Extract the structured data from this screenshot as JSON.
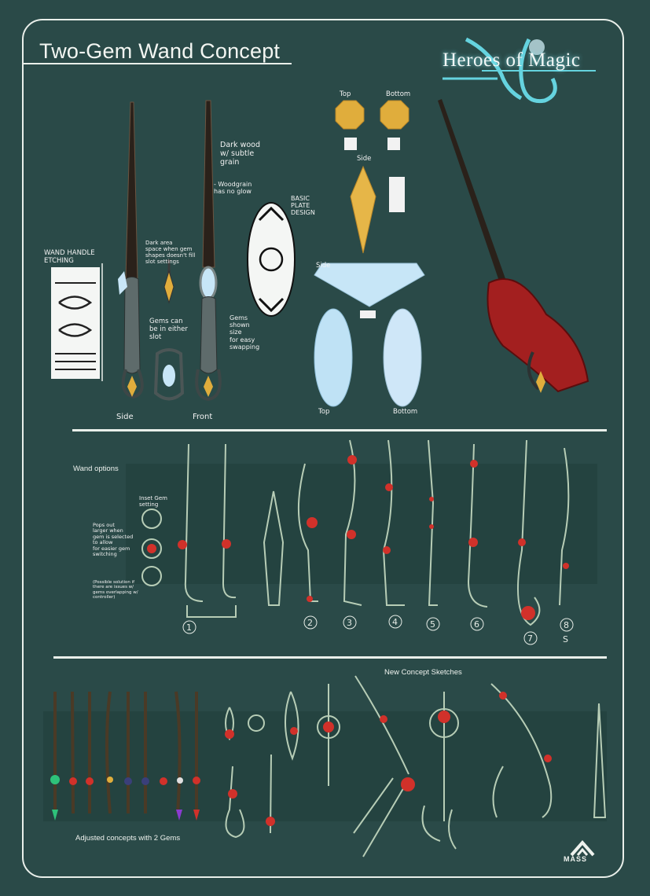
{
  "title": "Two-Gem Wand Concept",
  "logo_text": "Heroes of Magic",
  "section1": {
    "handle_label": "WAND HANDLE\nETCHING",
    "note_wood": "Dark wood\nw/ subtle\ngrain",
    "note_glow": "- Woodgrain\nhas no glow",
    "note_dark": "Dark area\nspace when gem\nshapes doesn't fill\nslot settings",
    "note_gems": "Gems can\nbe in either\nslot",
    "note_swap": "Gems\nshown\nsize\nfor easy\nswapping",
    "plate_label": "BASIC\nPLATE\nDESIGN",
    "side_label": "Side",
    "front_label": "Front",
    "gem_top": "Top",
    "gem_bottom": "Bottom",
    "gem_side": "Side",
    "oval_side": "Side",
    "oval_top": "Top",
    "oval_bottom": "Bottom"
  },
  "section2": {
    "heading": "Wand options",
    "inset_label": "Inset Gem\nsetting",
    "pops_note": "Pops out\nlarger when\ngem is selected\nto allow\nfor easier gem\nswitching",
    "solution_note": "(Possible solution if\nthere are issues w/\ngems overlapping w/\ncontroller)",
    "numbers": [
      "1",
      "2",
      "3",
      "4",
      "5",
      "6",
      "7",
      "8"
    ],
    "s_label": "S"
  },
  "section3": {
    "heading": "New Concept Sketches",
    "caption": "Adjusted concepts with 2 Gems"
  },
  "badge_text": "MASS",
  "colors": {
    "background": "#2a4a48",
    "line": "#e9efea",
    "sketch": "#b7cdb6",
    "ruby": "#d1312a",
    "gold": "#e0ad3c",
    "ice": "#c7e6f7",
    "wood": "#3b2d22",
    "hand": "#a31f1f"
  }
}
